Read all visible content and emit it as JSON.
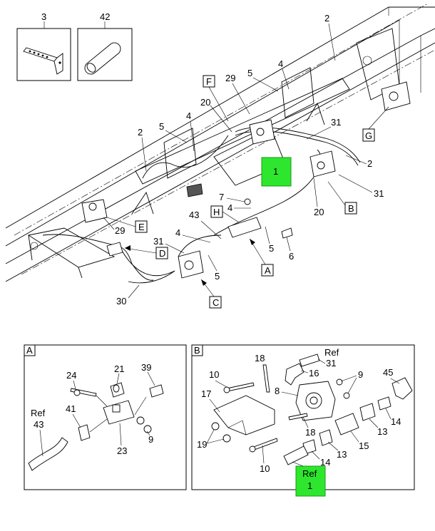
{
  "inset_3": "3",
  "inset_42": "42",
  "callouts": {
    "c2_top": "2",
    "c29_top": "29",
    "c5_top": "5",
    "c4_top": "4",
    "c20_top": "20",
    "c5_mid": "5",
    "c4_mid": "4",
    "c2_left": "2",
    "c31_top": "31",
    "c2_right": "2",
    "c31_right": "31",
    "c7": "7",
    "c4_h": "4",
    "c20_mid": "20",
    "c43": "43",
    "c4_lower": "4",
    "c29_left": "29",
    "c31_left": "31",
    "c5_low": "5",
    "c5_right": "5",
    "c6": "6",
    "c30": "30"
  },
  "letters": {
    "F": "F",
    "G": "G",
    "B": "B",
    "E": "E",
    "H": "H",
    "D": "D",
    "A": "A",
    "C": "C"
  },
  "highlight_main": "1",
  "detail_a": {
    "title": "A",
    "items": {
      "c24": "24",
      "c21": "21",
      "c39": "39",
      "c41": "41",
      "ref": "Ref",
      "c43": "43",
      "c9": "9",
      "c23": "23"
    }
  },
  "detail_b": {
    "title": "B",
    "items": {
      "c18_top": "18",
      "ref_top": "Ref",
      "c31": "31",
      "c10_top": "10",
      "c16": "16",
      "c9": "9",
      "c45": "45",
      "c8": "8",
      "c17": "17",
      "c14_right": "14",
      "c13_right": "13",
      "c18_low": "18",
      "c19": "19",
      "c15": "15",
      "c13_low": "13",
      "c14_low": "14",
      "c10_low": "10"
    },
    "highlight_ref": "Ref",
    "highlight_num": "1"
  },
  "colors": {
    "highlight": "#2ee62e"
  }
}
